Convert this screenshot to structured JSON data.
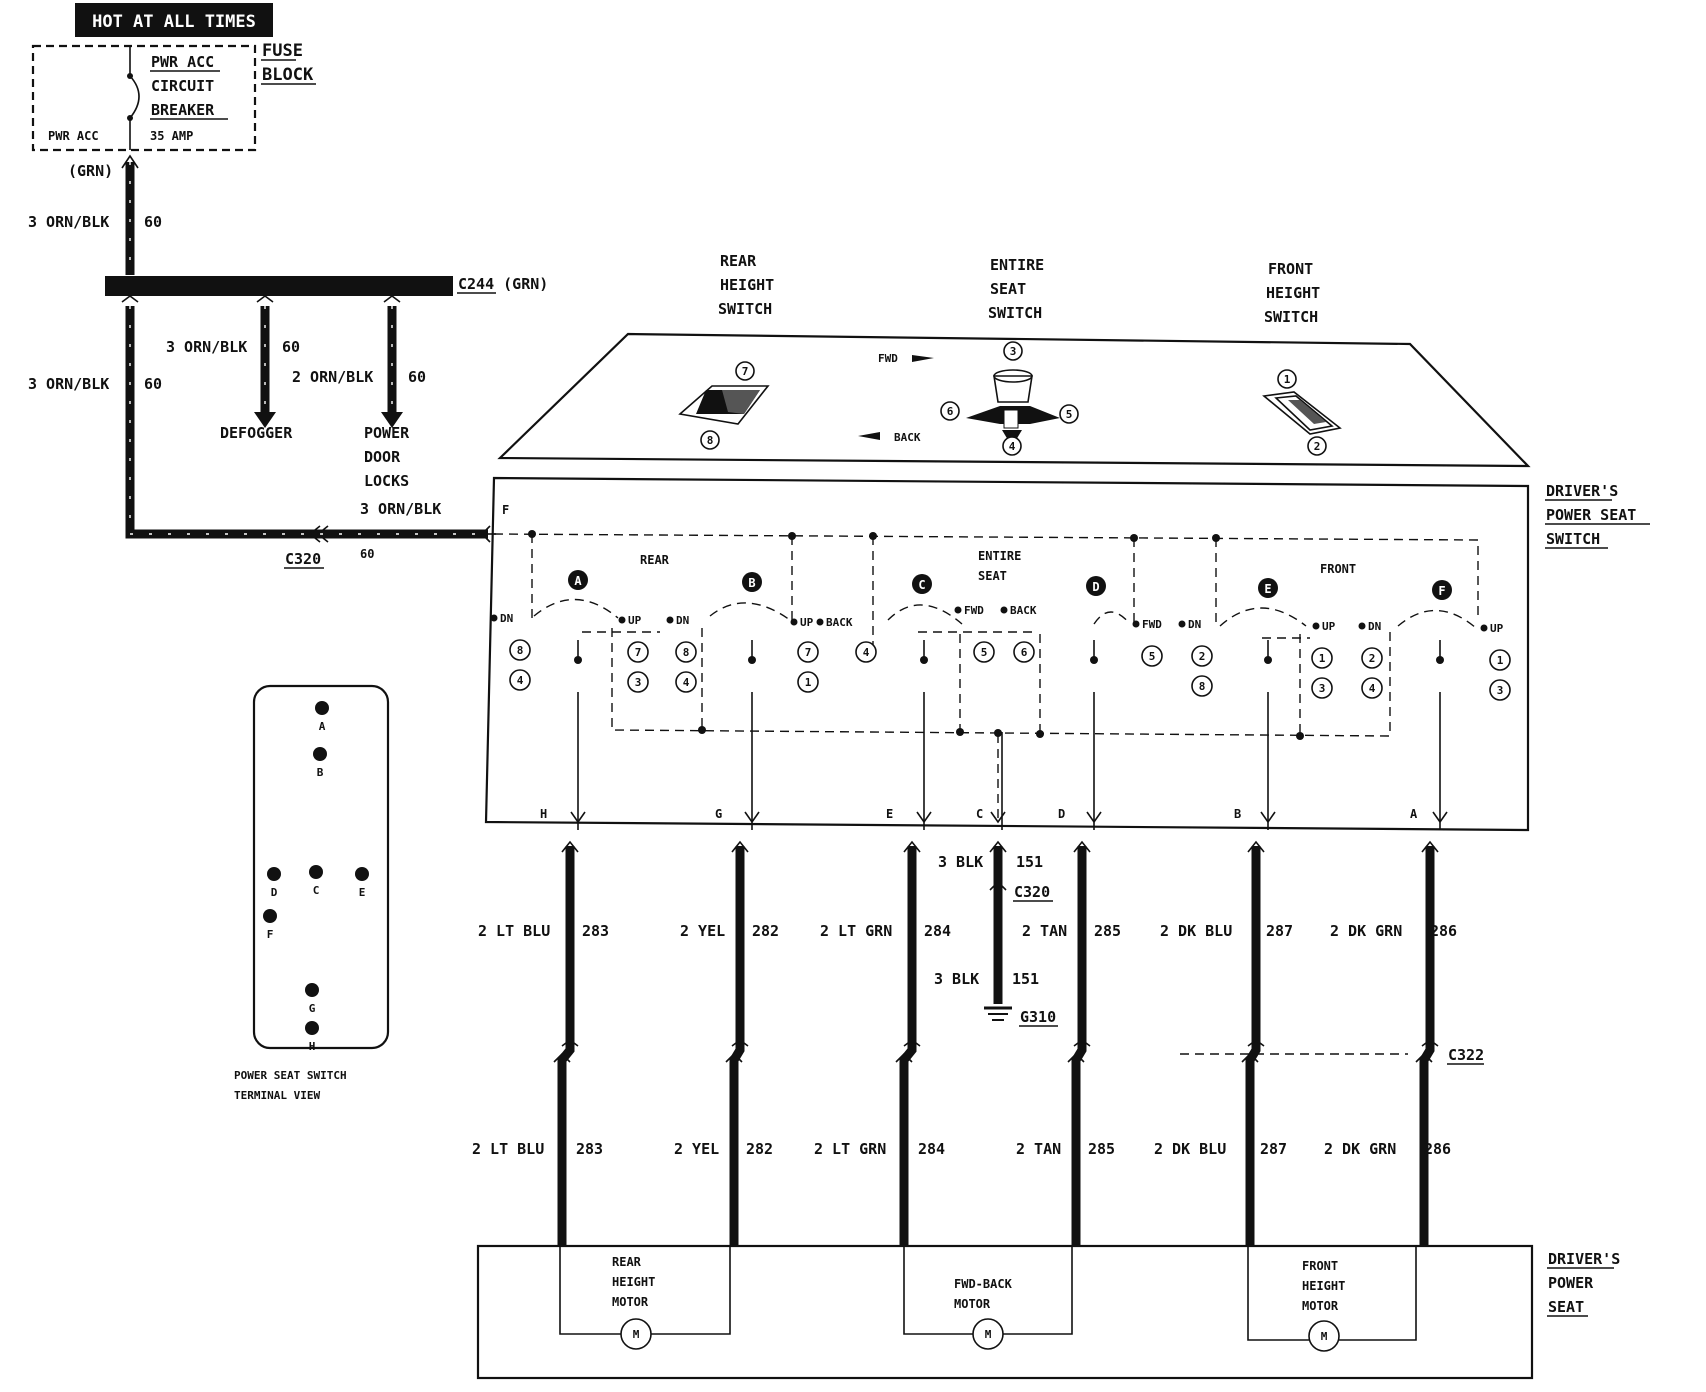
{
  "header": {
    "hot_label": "HOT AT ALL TIMES"
  },
  "fuse": {
    "title_line1": "FUSE",
    "title_line2": "BLOCK",
    "breaker_line1": "PWR ACC",
    "breaker_line2": "CIRCUIT",
    "breaker_line3": "BREAKER",
    "rating": "35 AMP",
    "terminal": "PWR ACC",
    "color": "(GRN)"
  },
  "feed": {
    "wire_top": "3 ORN/BLK",
    "circuit_top": "60",
    "connector": "C244 (GRN)",
    "wire_left": "3 ORN/BLK",
    "circuit_left": "60",
    "wire_defog": "3 ORN/BLK",
    "circuit_defog": "60",
    "defogger": "DEFOGGER",
    "wire_doors": "2 ORN/BLK",
    "circuit_doors": "60",
    "doors_line1": "POWER",
    "doors_line2": "DOOR",
    "doors_line3": "LOCKS",
    "wire_bottom": "3 ORN/BLK",
    "circuit_bottom": "60",
    "connector_bottom": "C320"
  },
  "switch_panel": {
    "rear_line1": "REAR",
    "rear_line2": "HEIGHT",
    "rear_line3": "SWITCH",
    "entire_line1": "ENTIRE",
    "entire_line2": "SEAT",
    "entire_line3": "SWITCH",
    "front_line1": "FRONT",
    "front_line2": "HEIGHT",
    "front_line3": "SWITCH",
    "fwd": "FWD",
    "back": "BACK",
    "rear_top_num": "7",
    "rear_bot_num": "8",
    "entire_top_num": "3",
    "entire_left_num": "6",
    "entire_right_num": "5",
    "entire_bot_num": "4",
    "front_top_num": "1",
    "front_bot_num": "2"
  },
  "switch_box": {
    "title_line1": "DRIVER'S",
    "title_line2": "POWER SEAT",
    "title_line3": "SWITCH",
    "terminal_f": "F",
    "group_rear": "REAR",
    "group_entire_line1": "ENTIRE",
    "group_entire_line2": "SEAT",
    "group_front": "FRONT",
    "letters": [
      "A",
      "B",
      "C",
      "D",
      "E",
      "F"
    ],
    "contacts": [
      "DN",
      "UP",
      "DN",
      "UP",
      "BACK",
      "FWD",
      "BACK",
      "FWD",
      "DN",
      "UP",
      "DN",
      "UP"
    ],
    "positions": [
      "8",
      "4",
      "7",
      "3",
      "8",
      "4",
      "7",
      "1",
      "4",
      "5",
      "6",
      "5",
      "2",
      "8",
      "1",
      "3",
      "2",
      "4",
      "1",
      "3"
    ],
    "outputs": [
      "H",
      "G",
      "E",
      "C",
      "D",
      "B",
      "A"
    ]
  },
  "wires": [
    {
      "color": "2 LT BLU",
      "circuit": "283"
    },
    {
      "color": "2 YEL",
      "circuit": "282"
    },
    {
      "color": "2 LT GRN",
      "circuit": "284"
    },
    {
      "color": "2 TAN",
      "circuit": "285"
    },
    {
      "color": "2 DK BLU",
      "circuit": "287"
    },
    {
      "color": "2 DK GRN",
      "circuit": "286"
    }
  ],
  "ground": {
    "wire_top": "3 BLK",
    "circuit_top": "151",
    "connector": "C320",
    "wire_bot": "3 BLK",
    "circuit_bot": "151",
    "ground_id": "G310"
  },
  "connector_c322": "C322",
  "seat": {
    "title_line1": "DRIVER'S",
    "title_line2": "POWER",
    "title_line3": "SEAT",
    "motor_rear_line1": "REAR",
    "motor_rear_line2": "HEIGHT",
    "motor_rear_line3": "MOTOR",
    "motor_fb_line1": "FWD-BACK",
    "motor_fb_line2": "MOTOR",
    "motor_front_line1": "FRONT",
    "motor_front_line2": "HEIGHT",
    "motor_front_line3": "MOTOR",
    "motor_symbol": "M"
  },
  "terminal_view": {
    "pins": [
      "A",
      "B",
      "D",
      "C",
      "E",
      "F",
      "G",
      "H"
    ],
    "caption_line1": "POWER SEAT SWITCH",
    "caption_line2": "TERMINAL VIEW"
  }
}
